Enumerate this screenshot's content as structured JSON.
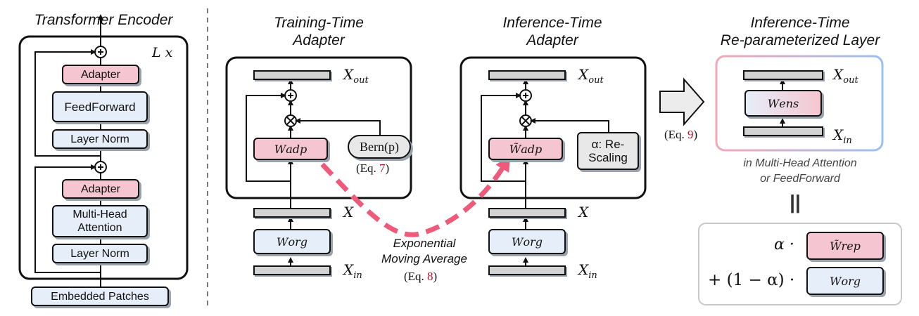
{
  "encoder": {
    "title": "Transformer Encoder",
    "repeat": "L x",
    "adapter_top": "Adapter",
    "feedforward": "FeedForward",
    "layernorm_top": "Layer Norm",
    "adapter_bottom": "Adapter",
    "mha_line1": "Multi-Head",
    "mha_line2": "Attention",
    "layernorm_bottom": "Layer Norm",
    "embedded": "Embedded Patches"
  },
  "training": {
    "title_line1": "Training-Time",
    "title_line2": "Adapter",
    "x_out": "X",
    "x_out_sub": "out",
    "w_adp": "W",
    "w_adp_sub": "adp",
    "bern": "Bern(p)",
    "eq7_prefix": "(Eq. ",
    "eq7_num": "7",
    "eq7_suffix": ")",
    "x": "X",
    "w_org": "W",
    "w_org_sub": "org",
    "x_in": "X",
    "x_in_sub": "in"
  },
  "ema": {
    "line1": "Exponential",
    "line2": "Moving Average",
    "eq_prefix": "(Eq. ",
    "eq_num": "8",
    "eq_suffix": ")"
  },
  "inference": {
    "title_line1": "Inference-Time",
    "title_line2": "Adapter",
    "x_out": "X",
    "x_out_sub": "out",
    "w_adp": "W̃",
    "w_adp_sub": "adp",
    "rescale_line1": "α: Re-",
    "rescale_line2": "Scaling",
    "x": "X",
    "w_org": "W",
    "w_org_sub": "org",
    "x_in": "X",
    "x_in_sub": "in"
  },
  "arrow_eq": {
    "prefix": "(Eq. ",
    "num": "9",
    "suffix": ")"
  },
  "reparam": {
    "title_line1": "Inference-Time",
    "title_line2": "Re-parameterized Layer",
    "x_out": "X",
    "x_out_sub": "out",
    "w_ens": "W",
    "w_ens_sub": "ens",
    "x_in": "X",
    "x_in_sub": "in",
    "caption_line1": "in Multi-Head Attention",
    "caption_line2": "or FeedForward",
    "equals": "||",
    "alpha_dot": "α ·",
    "w_rep": "W̃",
    "w_rep_sub": "rep",
    "one_minus": "+ (1 − α) ·",
    "w_org": "W",
    "w_org_sub": "org"
  },
  "colors": {
    "pink": "#f5c6d1",
    "blue": "#e6eef9",
    "ema_arrow": "#ee5a7a",
    "eq_red": "#c0102a"
  }
}
